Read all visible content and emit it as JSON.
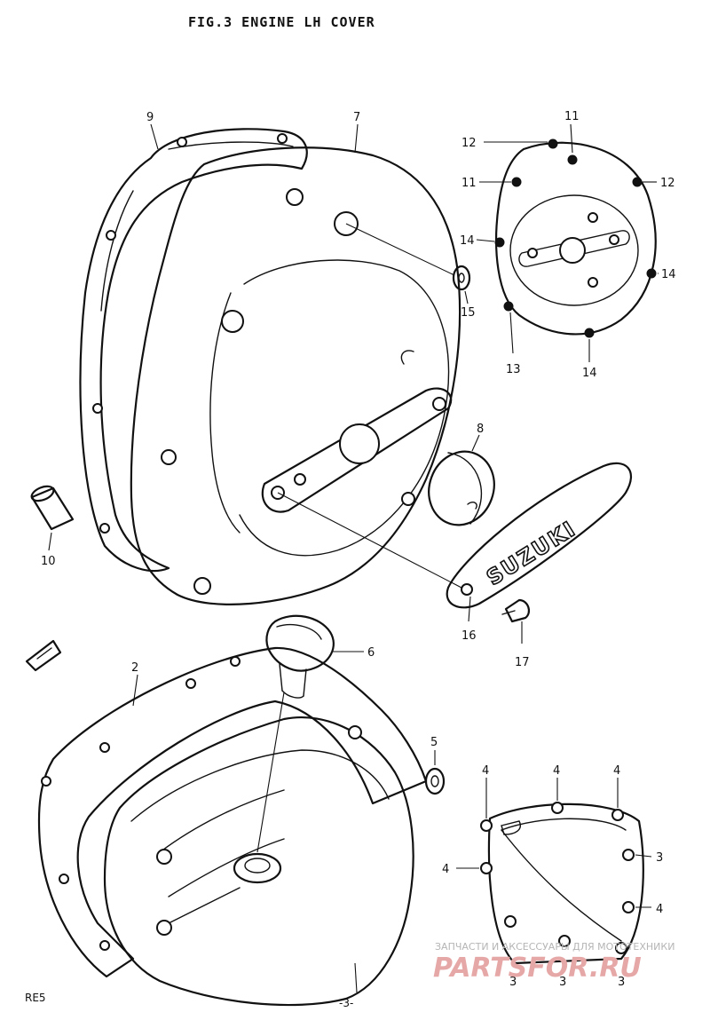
{
  "title": "FIG.3  ENGINE LH COVER",
  "logo_text": "SUZUKI",
  "callouts": [
    {
      "id": "c9",
      "label": "9"
    },
    {
      "id": "c7",
      "label": "7"
    },
    {
      "id": "c11a",
      "label": "11"
    },
    {
      "id": "c12a",
      "label": "12"
    },
    {
      "id": "c11b",
      "label": "11"
    },
    {
      "id": "c12b",
      "label": "12"
    },
    {
      "id": "c14a",
      "label": "14"
    },
    {
      "id": "c14b",
      "label": "14"
    },
    {
      "id": "c15",
      "label": "15"
    },
    {
      "id": "c13",
      "label": "13"
    },
    {
      "id": "c14c",
      "label": "14"
    },
    {
      "id": "c8",
      "label": "8"
    },
    {
      "id": "c10",
      "label": "10"
    },
    {
      "id": "c16",
      "label": "16"
    },
    {
      "id": "c17",
      "label": "17"
    },
    {
      "id": "c6",
      "label": "6"
    },
    {
      "id": "c2",
      "label": "2"
    },
    {
      "id": "c5",
      "label": "5"
    },
    {
      "id": "c4a",
      "label": "4"
    },
    {
      "id": "c4b",
      "label": "4"
    },
    {
      "id": "c4c",
      "label": "4"
    },
    {
      "id": "c4d",
      "label": "4"
    },
    {
      "id": "c3a",
      "label": "3"
    },
    {
      "id": "c4e",
      "label": "4"
    },
    {
      "id": "c3b",
      "label": "3"
    },
    {
      "id": "c3c",
      "label": "3"
    },
    {
      "id": "c3d",
      "label": "3"
    }
  ],
  "footer": {
    "left": "RE5",
    "page": "-3-"
  },
  "watermark": {
    "top": "ЗАПЧАСТИ И АКСЕССУАРЫ ДЛЯ МОТОТЕХНИКИ",
    "main": "PARTSFOR.RU",
    "color": "#e6a7a7"
  }
}
